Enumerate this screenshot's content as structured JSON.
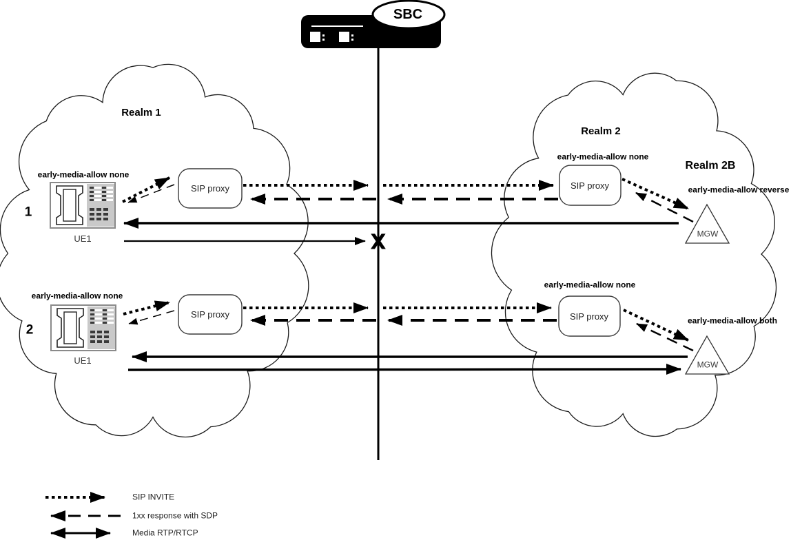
{
  "sbc": {
    "label": "SBC",
    "icon": "sbc-appliance-icon"
  },
  "realms": {
    "realm1_title": "Realm 1",
    "realm2_title": "Realm 2",
    "realm2b_title": "Realm 2B"
  },
  "scenario1": {
    "index": "1",
    "ue_policy": "early-media-allow none",
    "ue_label": "UE1",
    "left_proxy_label": "SIP proxy",
    "realm2_policy": "early-media-allow none",
    "right_proxy_label": "SIP proxy",
    "mgw_policy": "early-media-allow reverse",
    "mgw_label": "MGW",
    "blocked_mark": "X"
  },
  "scenario2": {
    "index": "2",
    "ue_policy": "early-media-allow none",
    "ue_label": "UE1",
    "left_proxy_label": "SIP proxy",
    "realm2_policy": "early-media-allow none",
    "right_proxy_label": "SIP proxy",
    "mgw_policy": "early-media-allow both",
    "mgw_label": "MGW"
  },
  "legend": {
    "sip_invite": "SIP INVITE",
    "response_1xx": "1xx response with SDP",
    "media": "Media RTP/RTCP"
  },
  "icons": {
    "ue": "desk-phone-icon",
    "mgw": "triangle-gateway-icon",
    "cloud": "realm-cloud-shape"
  },
  "colors": {
    "ink": "#000000",
    "phone_body_grey": "#c9c9c9",
    "node_stroke": "#333333",
    "background": "#ffffff"
  }
}
